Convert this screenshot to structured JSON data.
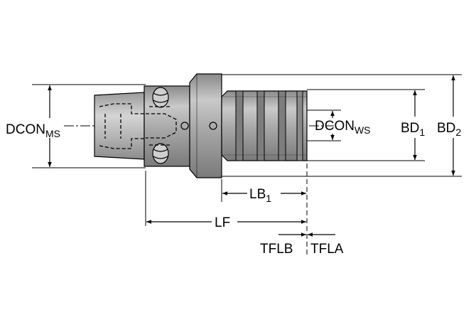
{
  "diagram": {
    "labels": {
      "dcon_ms": {
        "main": "DCON",
        "sub": "MS"
      },
      "dcon_ws": {
        "main": "DCON",
        "sub": "WS"
      },
      "bd1": {
        "main": "BD",
        "sub": "1"
      },
      "bd2": {
        "main": "BD",
        "sub": "2"
      },
      "lb1": {
        "main": "LB",
        "sub": "1"
      },
      "lf": "LF",
      "tflb": "TFLB",
      "tfla": "TFLA"
    },
    "colors": {
      "body_fill": "#a9a9a9",
      "body_dark": "#6e6e6e",
      "body_light": "#d2d2d2",
      "line": "#000000"
    }
  }
}
